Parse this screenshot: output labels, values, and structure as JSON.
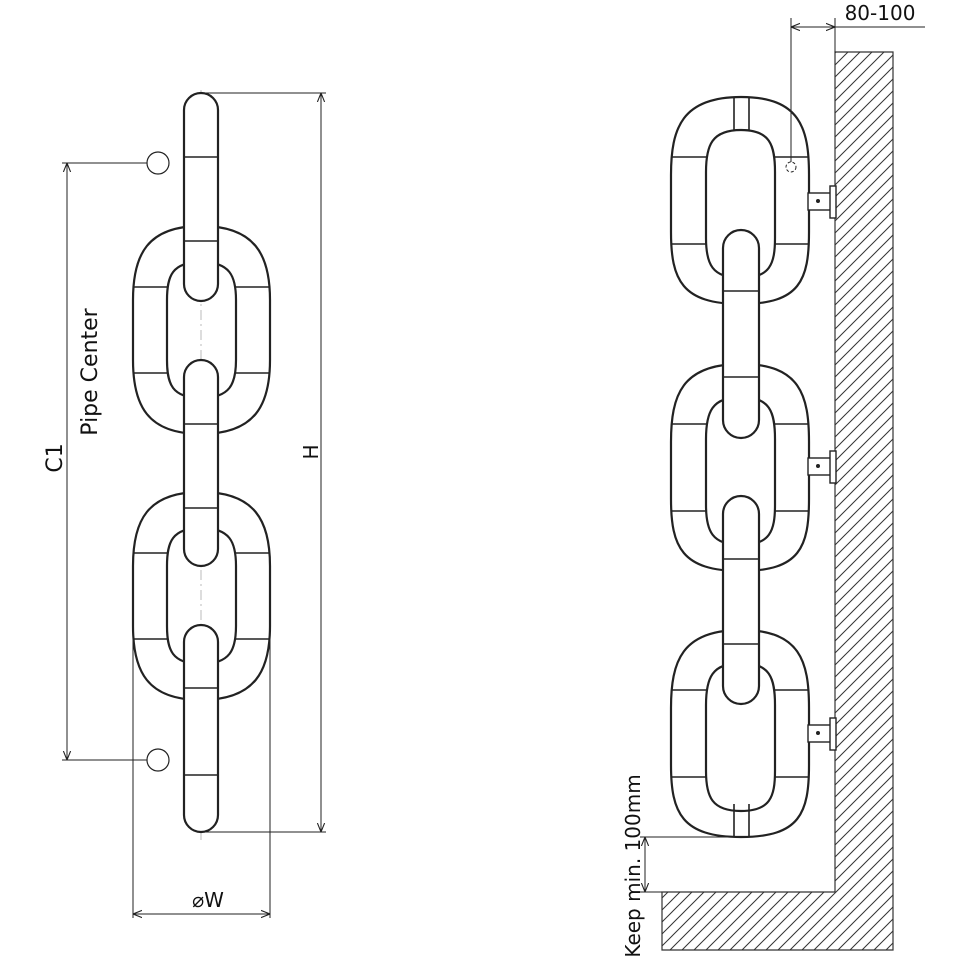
{
  "front_view": {
    "pipe_center_label": "Pipe Center",
    "c1_label": "C1",
    "height_label": "H",
    "width_label": "⌀W"
  },
  "side_view": {
    "wall_distance_label": "80-100",
    "floor_clearance_label": "Keep min. 100mm"
  }
}
